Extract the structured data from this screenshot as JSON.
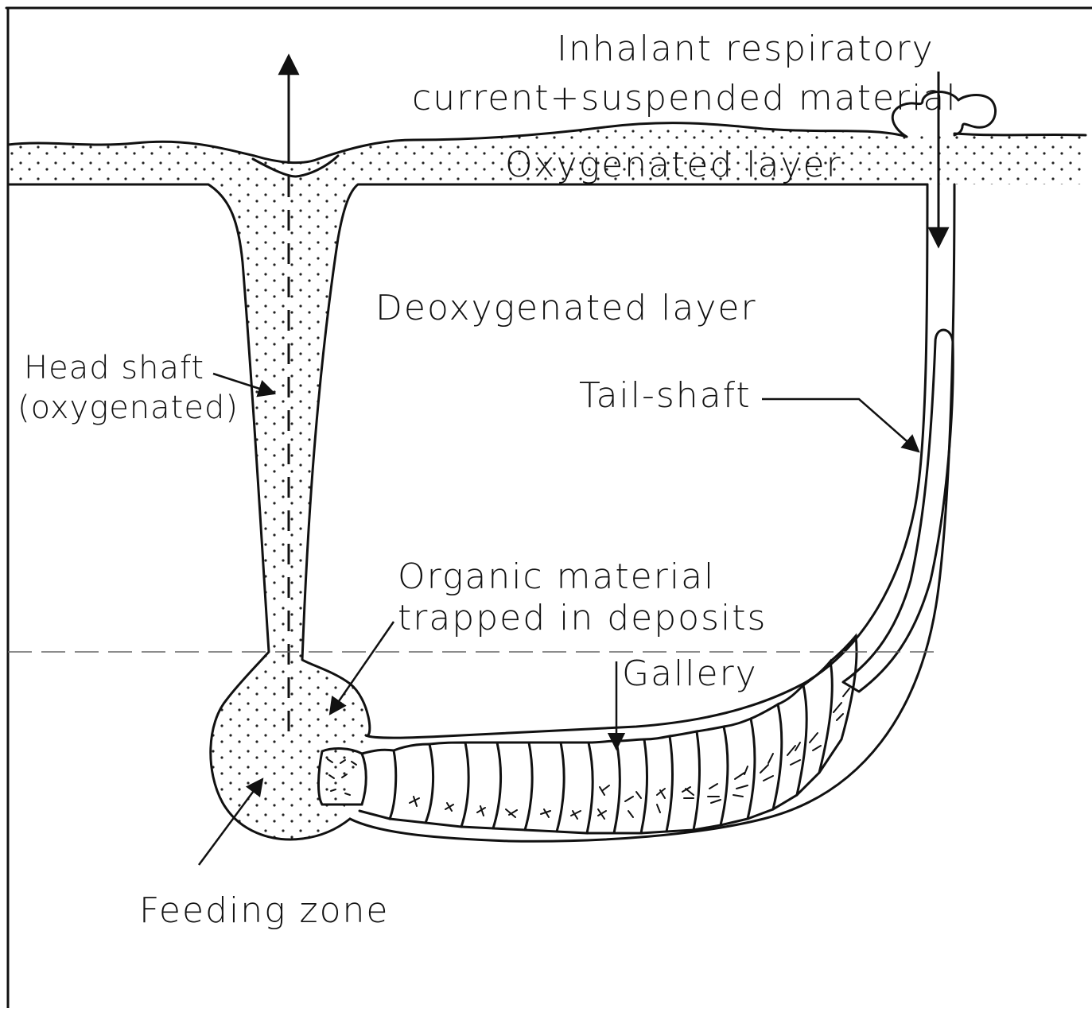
{
  "labels": {
    "inhalant_line1": "Inhalant respiratory",
    "inhalant_line2": "current+suspended material",
    "oxygenated_layer": "Oxygenated layer",
    "deoxygenated_layer": "Deoxygenated layer",
    "head_shaft_line1": "Head shaft",
    "head_shaft_line2": "(oxygenated)",
    "tail_shaft": "Tail-shaft",
    "organic_line1": "Organic material",
    "organic_line2": "trapped in deposits",
    "gallery": "Gallery",
    "feeding_zone": "Feeding zone"
  },
  "colors": {
    "ink": "#111111",
    "paper": "#ffffff"
  }
}
